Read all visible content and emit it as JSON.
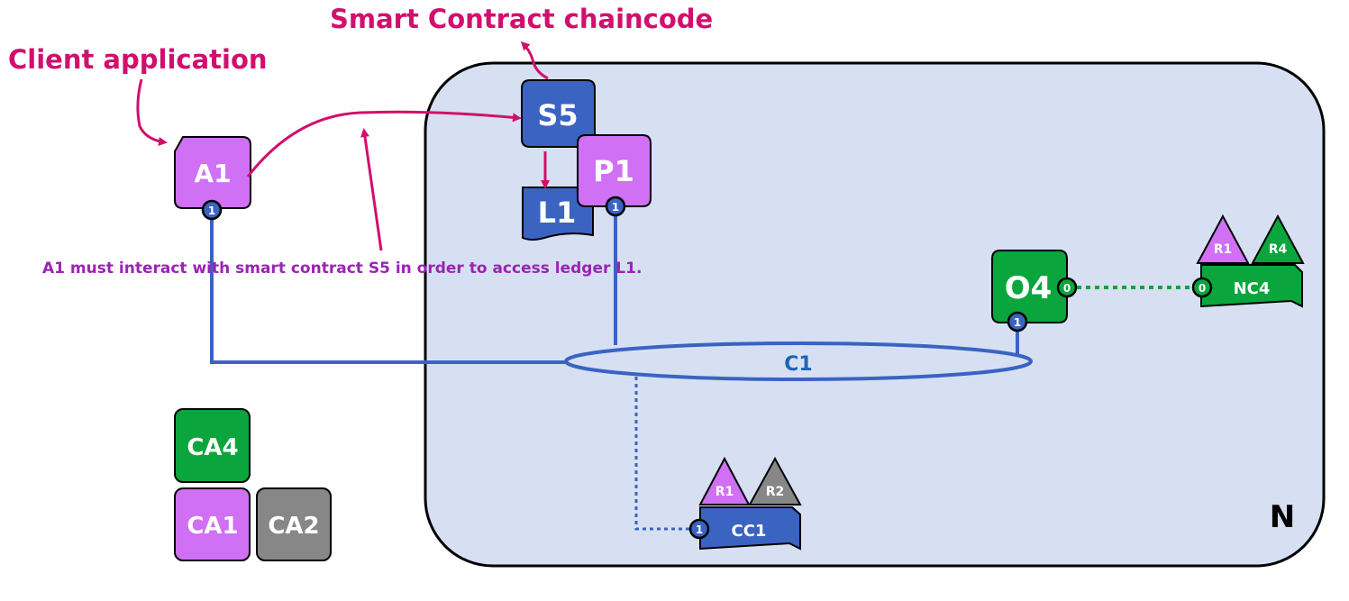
{
  "annotations": {
    "smart_contract_label": "Smart Contract chaincode",
    "client_label": "Client application",
    "note": "A1 must interact with smart contract S5 in order to access ledger L1."
  },
  "network": {
    "label": "N"
  },
  "nodes": {
    "a1": "A1",
    "s5": "S5",
    "p1": "P1",
    "l1": "L1",
    "o4": "O4",
    "nc4": "NC4",
    "cc1": "CC1",
    "channel": "C1",
    "ca4": "CA4",
    "ca1": "CA1",
    "ca2": "CA2"
  },
  "badges": {
    "a1": "1",
    "p1": "1",
    "o4_bottom": "1",
    "o4_right": "0",
    "nc4": "0",
    "cc1": "1"
  },
  "roles": {
    "nc4_r1": "R1",
    "nc4_r4": "R4",
    "cc1_r1": "R1",
    "cc1_r2": "R2"
  },
  "colors": {
    "network_fill": "#d6e0f2",
    "purple": "#d070f5",
    "blue": "#3a63c2",
    "green": "#0aa53c",
    "gray": "#878787",
    "magenta": "#d10f6c",
    "note_purple": "#9a24b4",
    "channel_blue": "#1d63b8"
  }
}
